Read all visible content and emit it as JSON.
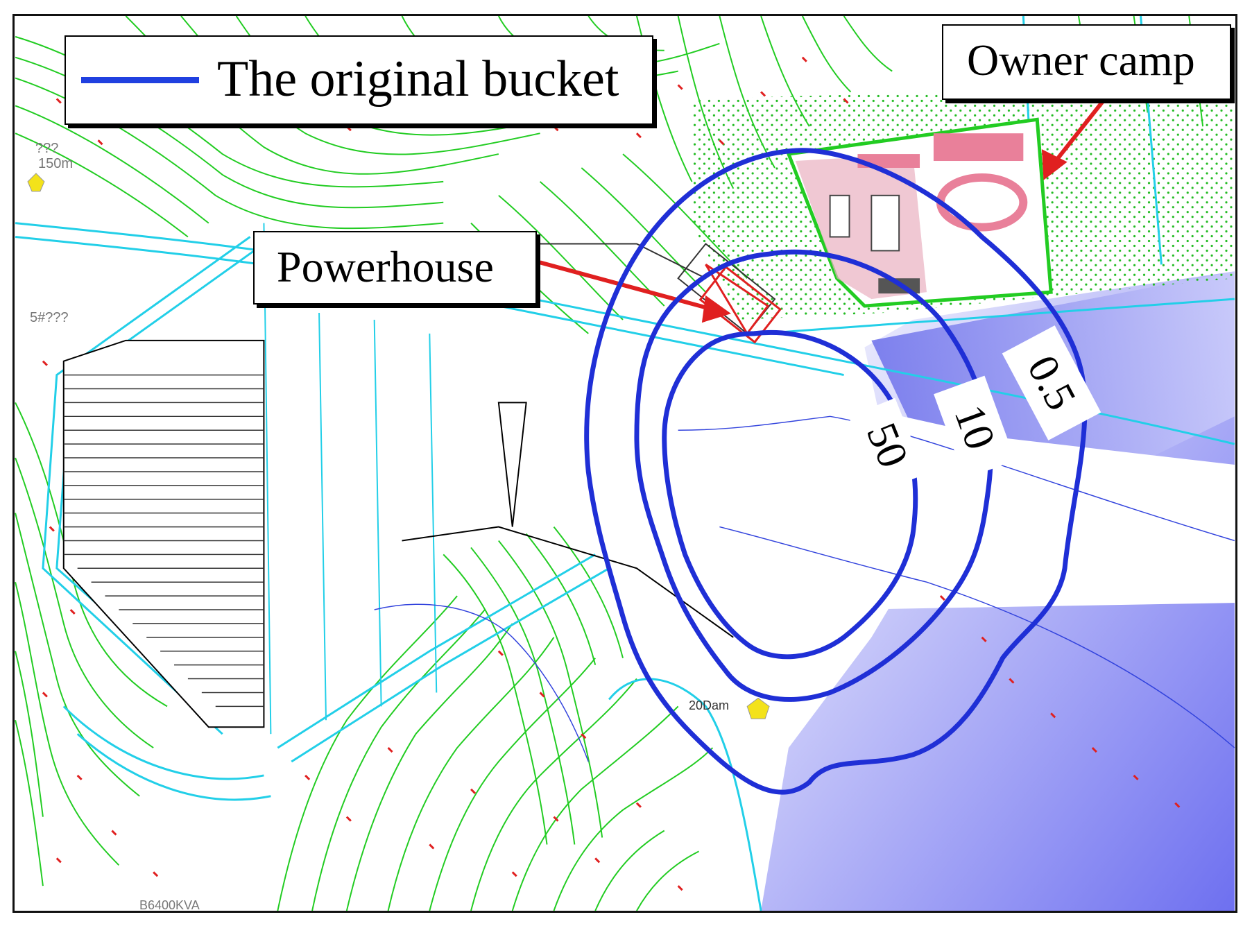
{
  "legend": {
    "label": "The original bucket",
    "line_color": "#2040e0"
  },
  "callouts": {
    "owner_camp": "Owner camp",
    "powerhouse": "Powerhouse"
  },
  "contours": [
    {
      "label": "0.5"
    },
    {
      "label": "10"
    },
    {
      "label": "50"
    }
  ],
  "map_annotations": {
    "top_left_marker": "???",
    "top_left_elev": "150m",
    "left_marker": "5#???",
    "bottom_left": "B6400KVA",
    "bottom_mid": "20Dam"
  },
  "colors": {
    "contour_line": "#1f2fd6",
    "topo_green": "#22cc22",
    "water_cyan": "#22cfe8",
    "arrow_red": "#e02020",
    "river_blue": "#7b7ef2",
    "camp_pink": "#e9809a"
  }
}
